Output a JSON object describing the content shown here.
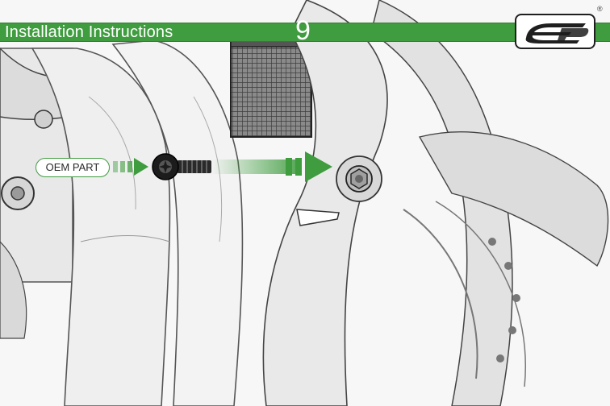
{
  "header": {
    "title": "Installation Instructions",
    "step": "9"
  },
  "logo": {
    "wordmark": "ep",
    "registered": "®"
  },
  "callout": {
    "label": "OEM PART"
  },
  "colors": {
    "accent": "#3f9c3f",
    "accent_dark": "#2f7f2f",
    "sketch": "#444444"
  }
}
